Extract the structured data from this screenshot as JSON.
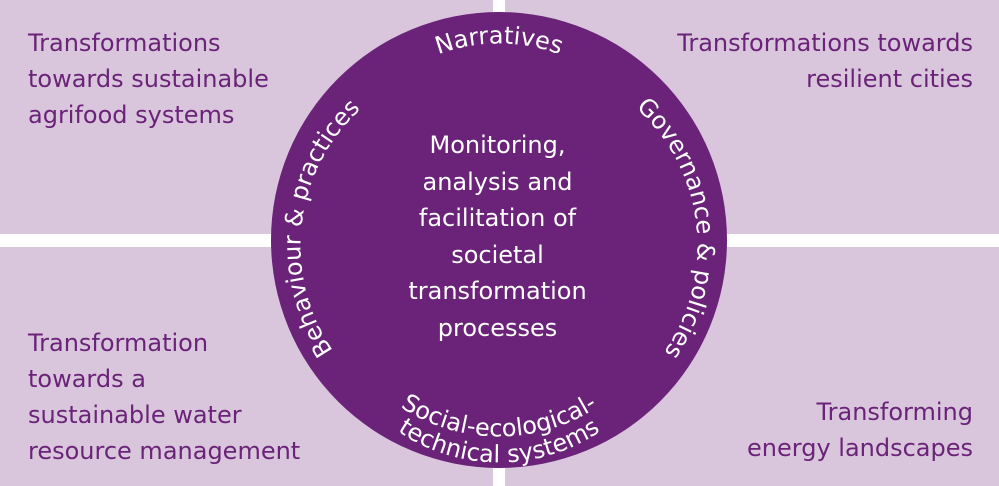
{
  "quadrants": {
    "top_left": "Transformations\ntowards sustainable\nagrifood systems",
    "top_right": "Transformations towards\nresilient cities",
    "bottom_left": "Transformation\ntowards a\nsustainable water\nresource management",
    "bottom_right": "Transforming\nenergy landscapes"
  },
  "circle": {
    "center": "Monitoring,\nanalysis and\nfacilitation of\nsocietal\ntransformation\nprocesses",
    "arc_top": "Narratives",
    "arc_left": "Behaviour & practices",
    "arc_right": "Governance & policies",
    "arc_bottom_line1": "Social-ecological-",
    "arc_bottom_line2": "technical systems"
  },
  "colors": {
    "circle_fill": "#6a2378",
    "quadrant_fill": "#d9c6dc",
    "quadrant_text": "#6a2378"
  }
}
